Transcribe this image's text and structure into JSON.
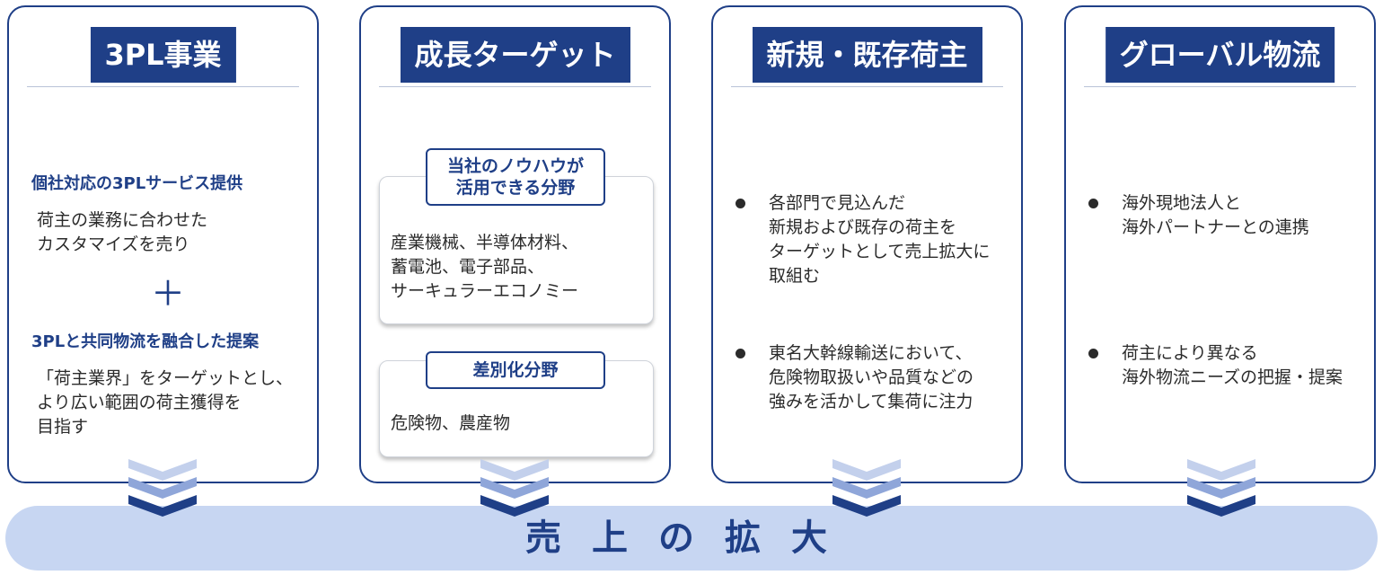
{
  "cards": [
    {
      "title": "3PL事業",
      "head1": "個社対応の3PLサービス提供",
      "text1": [
        "荷主の業務に合わせた",
        "カスタマイズを売り"
      ],
      "plus": "＋",
      "head2": "3PLと共同物流を融合した提案",
      "text2": [
        "「荷主業界」をターゲットとし、",
        "より広い範囲の荷主獲得を",
        "目指す"
      ]
    },
    {
      "title": "成長ターゲット",
      "box1": {
        "tag": [
          "当社のノウハウが",
          "活用できる分野"
        ],
        "lines": [
          "産業機械、半導体材料、",
          "蓄電池、電子部品、",
          "サーキュラーエコノミー"
        ]
      },
      "box2": {
        "tag": [
          "差別化分野"
        ],
        "lines": [
          "危険物、農産物"
        ]
      }
    },
    {
      "title": "新規・既存荷主",
      "bullets": [
        [
          "各部門で見込んだ",
          "新規および既存の荷主を",
          "ターゲットとして売上拡大に",
          "取組む"
        ],
        [
          "東名大幹線輸送において、",
          "危険物取扱いや品質などの",
          "強みを活かして集荷に注力"
        ]
      ]
    },
    {
      "title": "グローバル物流",
      "bullets": [
        [
          "海外現地法人と",
          "海外パートナーとの連携"
        ],
        [
          "荷主により異なる",
          "海外物流ニーズの把握・提案"
        ]
      ]
    }
  ],
  "result": "売上の拡大",
  "colors": {
    "navy": "#1f3f87",
    "light_bar": "#c7d6f2",
    "chevron_top": "#c3d0ec",
    "chevron_mid": "#8fa6d9"
  }
}
